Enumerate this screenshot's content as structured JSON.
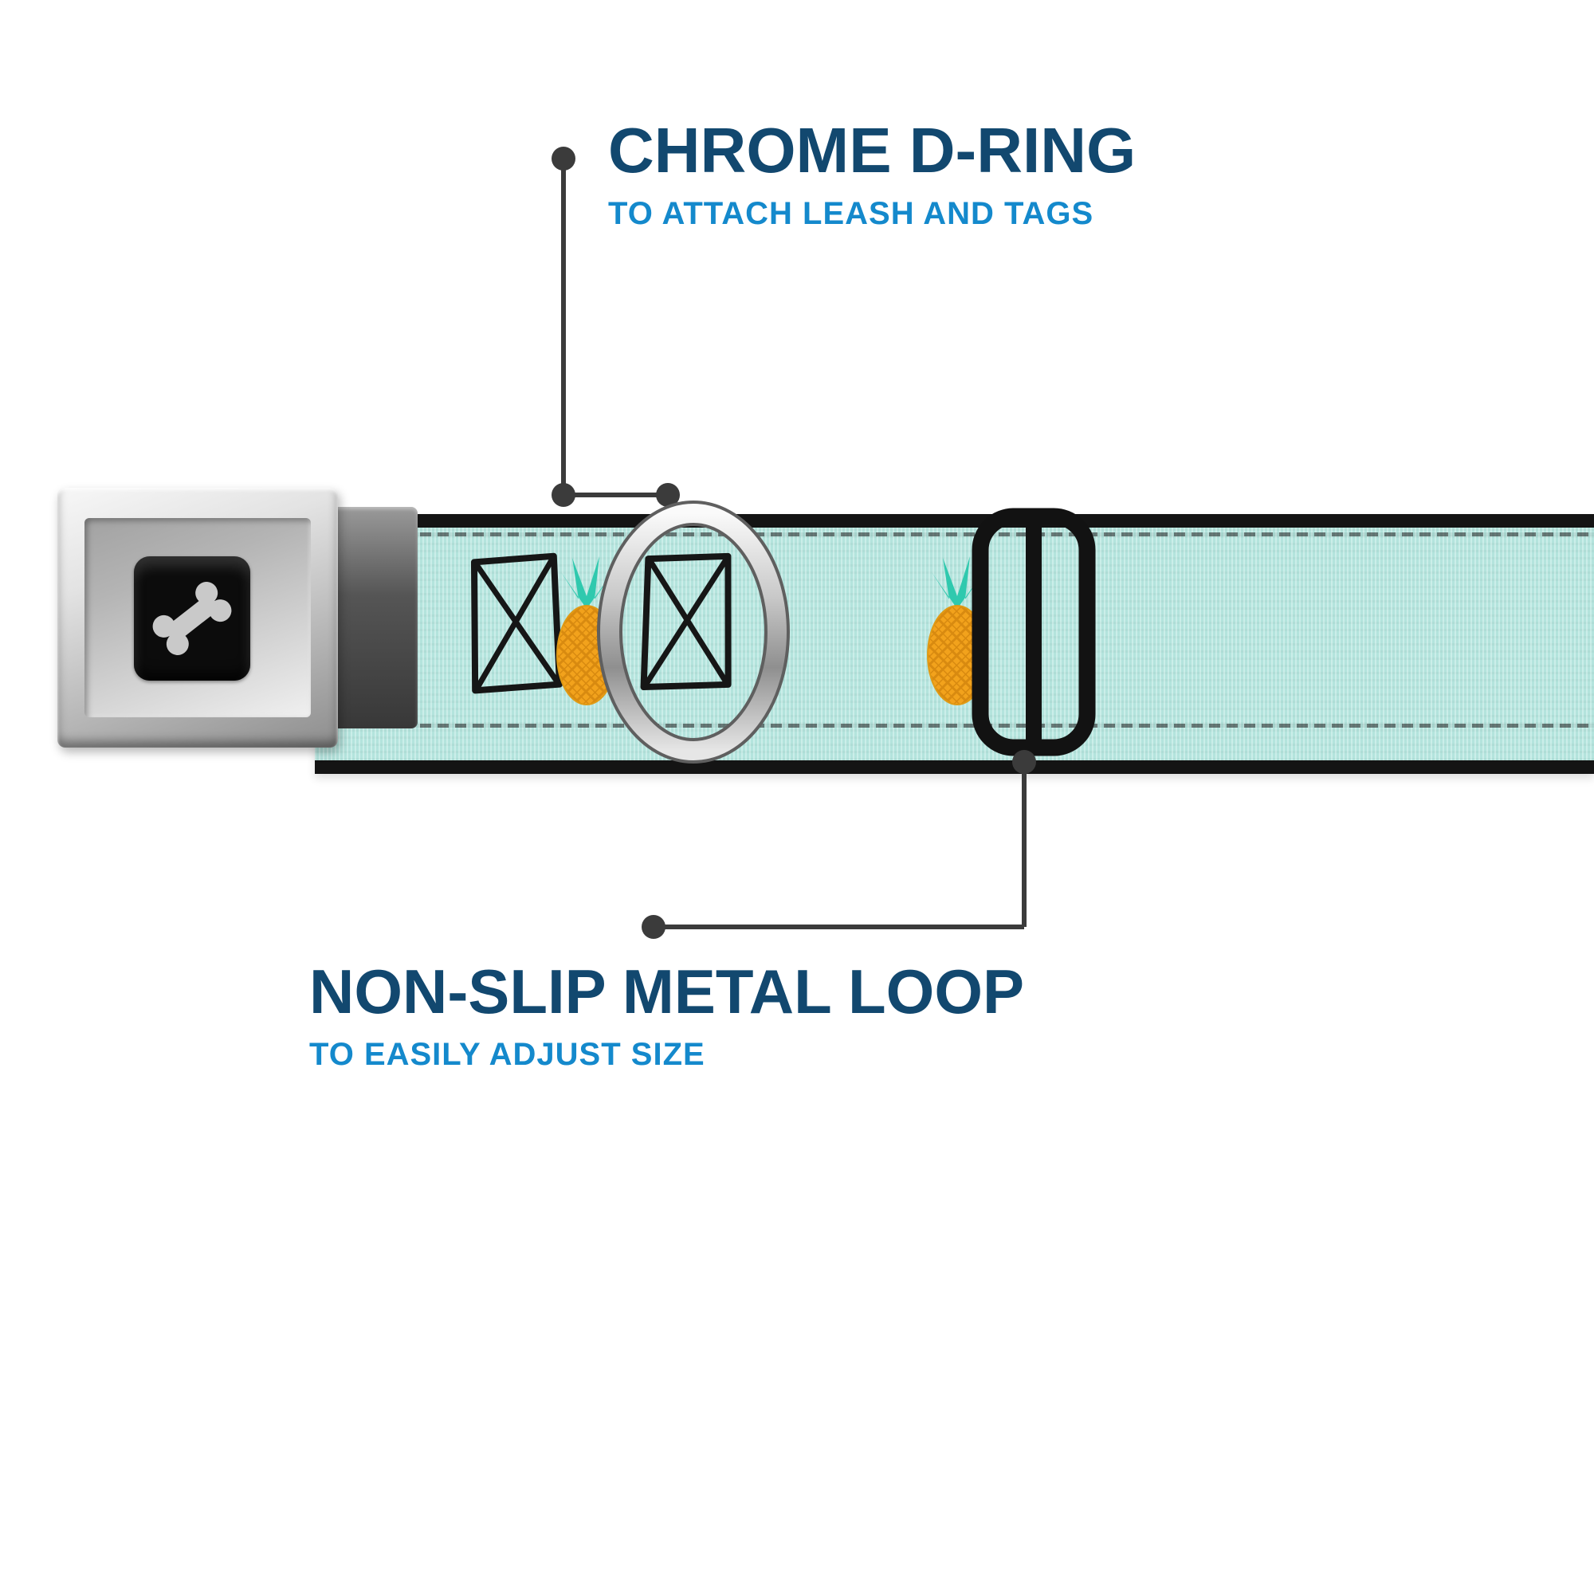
{
  "callouts": {
    "top": {
      "title": "CHROME D-RING",
      "subtitle": "TO ATTACH LEASH AND TAGS"
    },
    "bottom": {
      "title": "NON-SLIP METAL LOOP",
      "subtitle": "TO EASILY ADJUST SIZE"
    }
  },
  "icons": {
    "buckle_logo": "dog-bone-icon",
    "strap_pattern": [
      "crossed-box-icon",
      "pineapple-icon"
    ],
    "hardware": [
      "chrome-d-ring",
      "metal-slider-loop",
      "seatbelt-buckle"
    ]
  },
  "colors": {
    "title_navy": "#12486f",
    "subtitle_blue": "#1489cc",
    "connector_gray": "#3b3b3b",
    "strap_teal": "#b7e8e1",
    "strap_edge": "#141414",
    "pineapple_body": "#f2a21c",
    "pineapple_leaves": "#2fc9ae",
    "buckle_silver": "#c9c9c9",
    "slider_black": "#121212"
  }
}
